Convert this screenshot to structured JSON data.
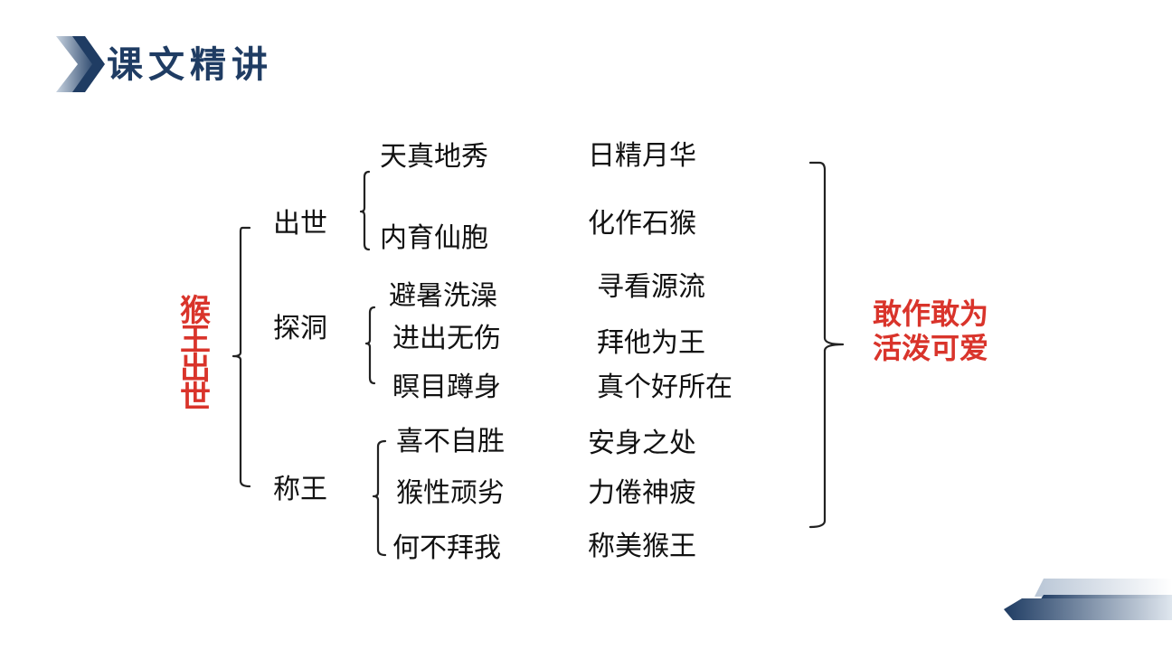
{
  "header": {
    "title": "课文精讲"
  },
  "root": {
    "label": "猴王出世"
  },
  "branches": [
    {
      "label": "出世",
      "items": [
        "天真地秀",
        "内育仙胞"
      ],
      "details": [
        "日精月华",
        "化作石猴"
      ]
    },
    {
      "label": "探洞",
      "items": [
        "避暑洗澡",
        "进出无伤",
        "瞑目蹲身"
      ],
      "details": [
        "寻看源流",
        "拜他为王",
        "真个好所在"
      ]
    },
    {
      "label": "称王",
      "items": [
        "喜不自胜",
        "猴性顽劣",
        "何不拜我"
      ],
      "details": [
        "安身之处",
        "力倦神疲",
        "称美猴王"
      ]
    }
  ],
  "summary": {
    "line1": "敢作敢为",
    "line2": "活泼可爱"
  },
  "colors": {
    "title": "#1f3c63",
    "accent": "#d9342b",
    "text": "#111111",
    "bracket": "#222222"
  }
}
